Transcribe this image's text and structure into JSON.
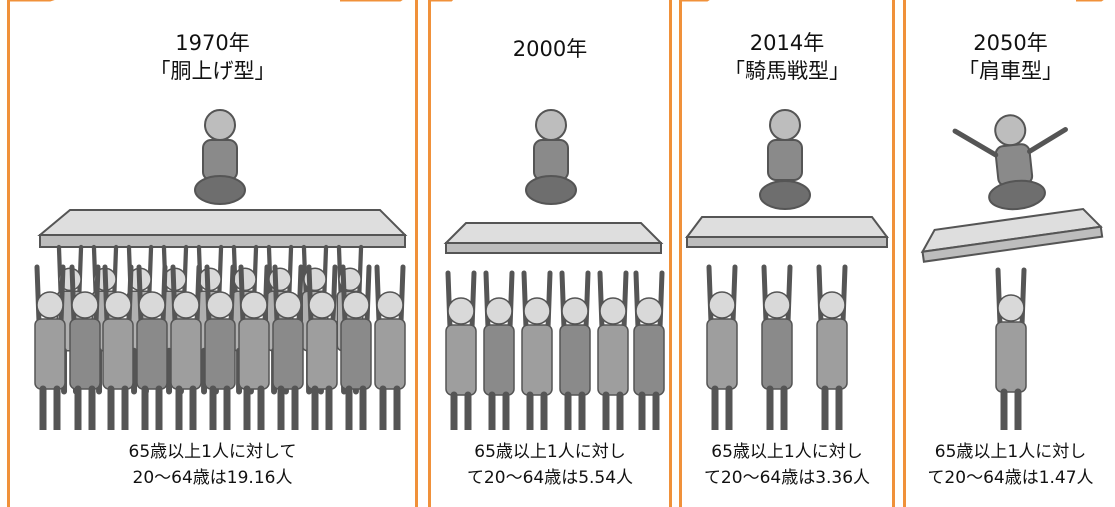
{
  "panels": [
    {
      "id": "1970",
      "year": "1970年",
      "shape": "「胴上げ型」",
      "caption_line1": "65歳以上1人に対して",
      "caption_line2": "20〜64歳は19.16人",
      "supporters": 19.16
    },
    {
      "id": "2000",
      "year": "2000年",
      "shape": "",
      "caption_line1": "65歳以上1人に対し",
      "caption_line2": "て20〜64歳は5.54人",
      "supporters": 5.54
    },
    {
      "id": "2014",
      "year": "2014年",
      "shape": "「騎馬戦型」",
      "caption_line1": "65歳以上1人に対し",
      "caption_line2": "て20〜64歳は3.36人",
      "supporters": 3.36
    },
    {
      "id": "2050",
      "year": "2050年",
      "shape": "「肩車型」",
      "caption_line1": "65歳以上1人に対し",
      "caption_line2": "て20〜64歳は1.47人",
      "supporters": 1.47
    }
  ],
  "colors": {
    "border": "#F0913A",
    "figure": "#8a8a8a",
    "figure_dark": "#555555",
    "table": "#c8c8c8"
  }
}
